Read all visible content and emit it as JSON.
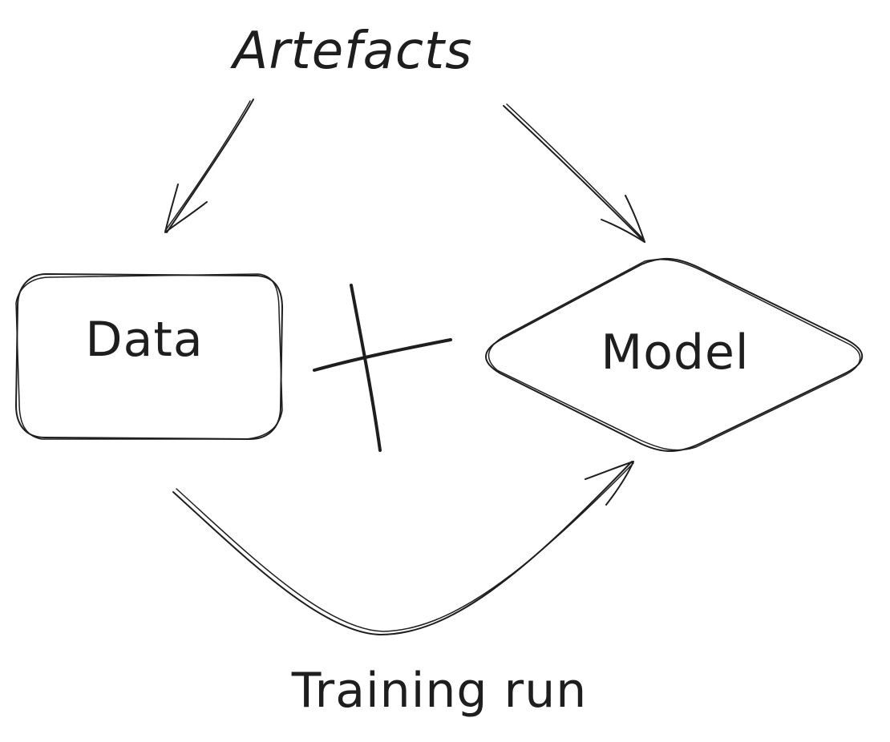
{
  "diagram": {
    "title": "Artefacts",
    "nodes": [
      {
        "id": "data",
        "label": "Data",
        "shape": "rounded-rectangle"
      },
      {
        "id": "model",
        "label": "Model",
        "shape": "diamond"
      }
    ],
    "edges": [
      {
        "from": "title",
        "to": "data",
        "label": ""
      },
      {
        "from": "title",
        "to": "model",
        "label": ""
      },
      {
        "from": "data",
        "to": "model",
        "label": "Training run"
      }
    ],
    "operator": "plus",
    "stroke_color": "#1e1e1e",
    "background_color": "#ffffff"
  }
}
